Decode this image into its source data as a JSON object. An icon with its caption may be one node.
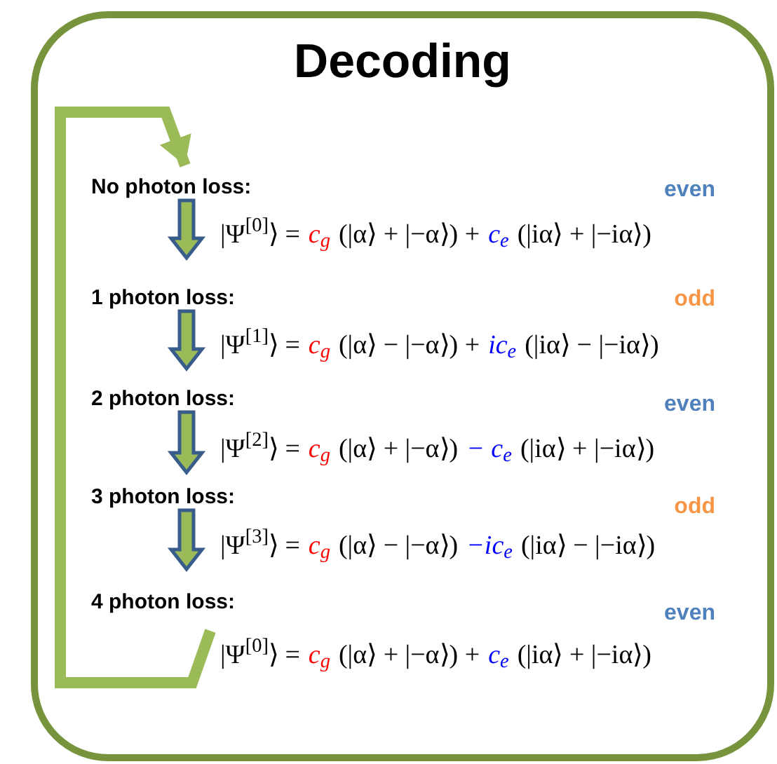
{
  "diagram": {
    "nodes": [
      {
        "text": [
          "Decoding"
        ]
      },
      {
        "text": [
          "No photon loss:"
        ],
        "in": 0
      },
      {
        "text": [
          "|Ψ$^{[0]}$⟩ =",
          "c$_{g}$",
          "(|α⟩ + |−α⟩) +",
          "c$_{e}$",
          "(|iα⟩ + |−iα⟩)"
        ],
        "in": 0
      },
      {
        "text": [
          "1 photon loss:"
        ],
        "in": 0
      },
      {
        "text": [
          "|Ψ$^{[1]}$⟩ =",
          "c$_{g}$",
          "(|α⟩ − |−α⟩) +",
          "ic$_{e}$",
          "(|iα⟩ − |−iα⟩)"
        ],
        "in": 0
      },
      {
        "text": [
          "2 photon loss:"
        ],
        "in": 0
      },
      {
        "text": [
          "|Ψ$^{[2]}$⟩ =",
          "c$_{g}$",
          "(|α⟩ + |−α⟩)",
          "− c$_{e}$",
          "(|iα⟩ + |−iα⟩)"
        ],
        "in": 0
      },
      {
        "text": [
          "3 photon loss:"
        ],
        "in": 0
      },
      {
        "text": [
          "|Ψ$^{[3]}$⟩ =",
          "c$_{g}$",
          "(|α⟩ − |−α⟩)",
          "−ic$_{e}$",
          "(|iα⟩ − |−iα⟩)"
        ],
        "in": 0
      },
      {
        "text": [
          "4 photon loss:"
        ],
        "in": 0
      },
      {
        "text": [
          "|Ψ$^{[0]}$⟩ =",
          "c$_{g}$",
          "(|α⟩ + |−α⟩) +",
          "c$_{e}$",
          "(|iα⟩ + |−iα⟩)"
        ],
        "in": 0
      }
    ],
    "edges": [
      {
        "from": 1,
        "to": 2,
        "arrow": "to"
      },
      {
        "from": 3,
        "to": 4,
        "arrow": "to"
      },
      {
        "from": 5,
        "to": 6,
        "arrow": "to"
      },
      {
        "from": 7,
        "to": 8,
        "arrow": "to"
      },
      {
        "from": 10,
        "to": 1,
        "arrow": "to",
        "color": "#9bbb59"
      }
    ],
    "labels": [
      "even",
      "odd",
      "even",
      "odd",
      "even"
    ]
  }
}
